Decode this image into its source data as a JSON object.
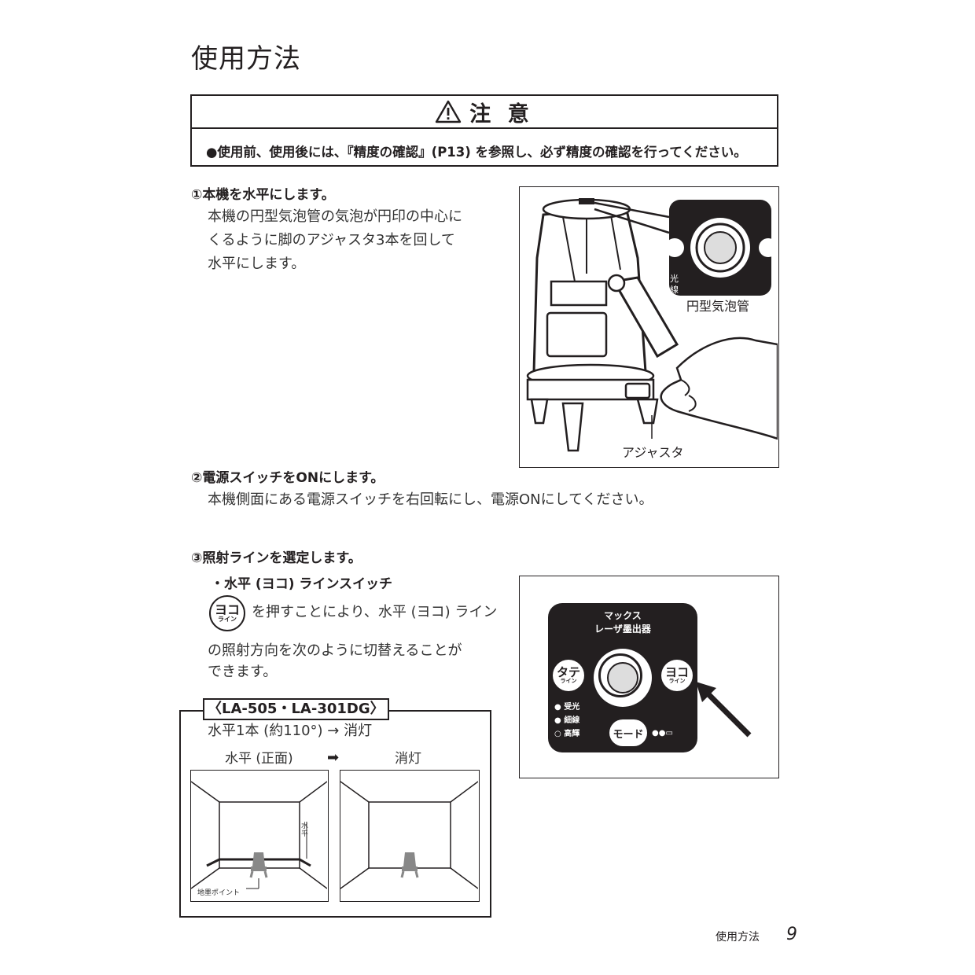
{
  "page": {
    "title": "使用方法",
    "footer_label": "使用方法",
    "page_number": "9"
  },
  "caution": {
    "heading": "注 意",
    "icon": "warning-triangle-icon",
    "text": "●使用前、使用後には、『精度の確認』(P13) を参照し、必ず精度の確認を行ってください。"
  },
  "step1": {
    "title": "①本機を水平にします。",
    "lines": [
      "本機の円型気泡管の気泡が円印の中心に",
      "くるように脚のアジャスタ3本を回して",
      "水平にします。"
    ],
    "image_labels": {
      "bubble": "円型気泡管",
      "adjuster": "アジャスタ",
      "inset_left_1": "光",
      "inset_left_2": "線"
    }
  },
  "step2": {
    "title": "②電源スイッチをONにします。",
    "text": "本機側面にある電源スイッチを右回転にし、電源ONにしてください。"
  },
  "step3": {
    "title": "③照射ラインを選定します。",
    "sub": "・水平 (ヨコ) ラインスイッチ",
    "badge_main": "ヨコ",
    "badge_sub": "ライン",
    "line1": "を押すことにより、水平 (ヨコ) ライン",
    "line2": "の照射方向を次のように切替えることが",
    "line3": "できます。"
  },
  "panel": {
    "brand_line1": "マックス",
    "brand_line2": "レーザ墨出器",
    "tate_main": "タテ",
    "tate_sub": "ライン",
    "yoko_main": "ヨコ",
    "yoko_sub": "ライン",
    "mode_label": "モード",
    "ind1": "受光",
    "ind2": "細線",
    "ind3": "高輝"
  },
  "model": {
    "label": "〈LA-505・LA-301DG〉",
    "sequence": "水平1本 (約110°) → 消灯",
    "state1": "水平 (正面)",
    "arrow": "➡",
    "state2": "消灯",
    "diagram_label_horizontal": "水平",
    "diagram_label_ground": "地墨ポイント"
  }
}
